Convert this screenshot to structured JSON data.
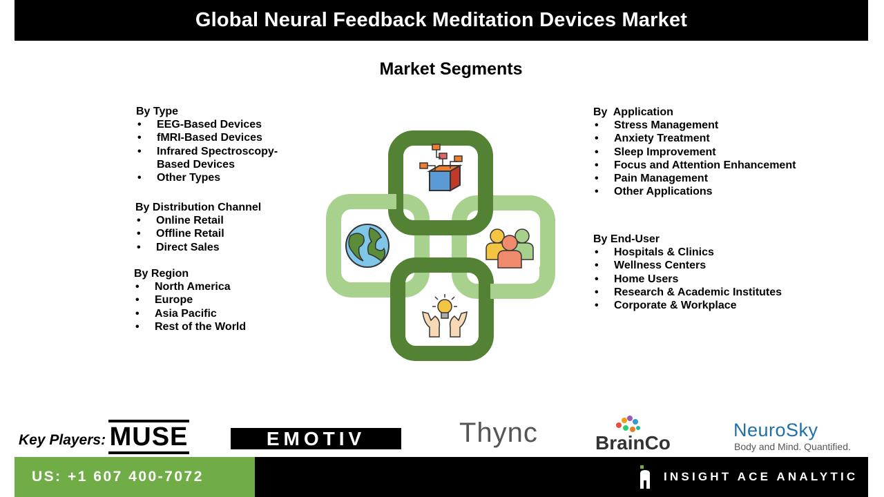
{
  "title": "Global Neural Feedback Meditation Devices Market",
  "subtitle": "Market Segments",
  "segments": {
    "type": {
      "title": "By Type",
      "items": [
        "EEG-Based Devices",
        "fMRI-Based Devices",
        "Infrared Spectroscopy-Based Devices",
        "Other Types"
      ]
    },
    "distribution": {
      "title": "By Distribution Channel",
      "items": [
        "Online Retail",
        "Offline Retail",
        "Direct Sales"
      ]
    },
    "region": {
      "title": "By Region",
      "items": [
        "North America",
        "Europe",
        "Asia Pacific",
        "Rest of the World"
      ]
    },
    "application": {
      "title": "By  Application",
      "items": [
        "Stress Management",
        "Anxiety Treatment",
        "Sleep Improvement",
        "Focus and Attention Enhancement",
        "Pain Management",
        "Other Applications"
      ]
    },
    "end_user": {
      "title": "By End-User",
      "items": [
        "Hospitals & Clinics",
        "Wellness Centers",
        "Home Users",
        "Research & Academic Institutes",
        "Corporate & Workplace"
      ]
    }
  },
  "graphic": {
    "icons": [
      "network-cube-icon",
      "globe-icon",
      "people-icon",
      "idea-hands-icon"
    ],
    "colors": {
      "dark_green": "#548235",
      "light_green": "#a9d18e"
    }
  },
  "key_players": {
    "label": "Key Players:",
    "logos": [
      "MUSE",
      "EMOTIV",
      "Thync",
      "BrainCo",
      "NeuroSky"
    ],
    "neurosky_tagline": "Body and Mind. Quantified."
  },
  "footer": {
    "contact": "US: +1 607 400-7072",
    "brand": "INSIGHT ACE ANALYTIC",
    "colors": {
      "bar": "#000000",
      "contact_bg": "#70ad47"
    }
  }
}
